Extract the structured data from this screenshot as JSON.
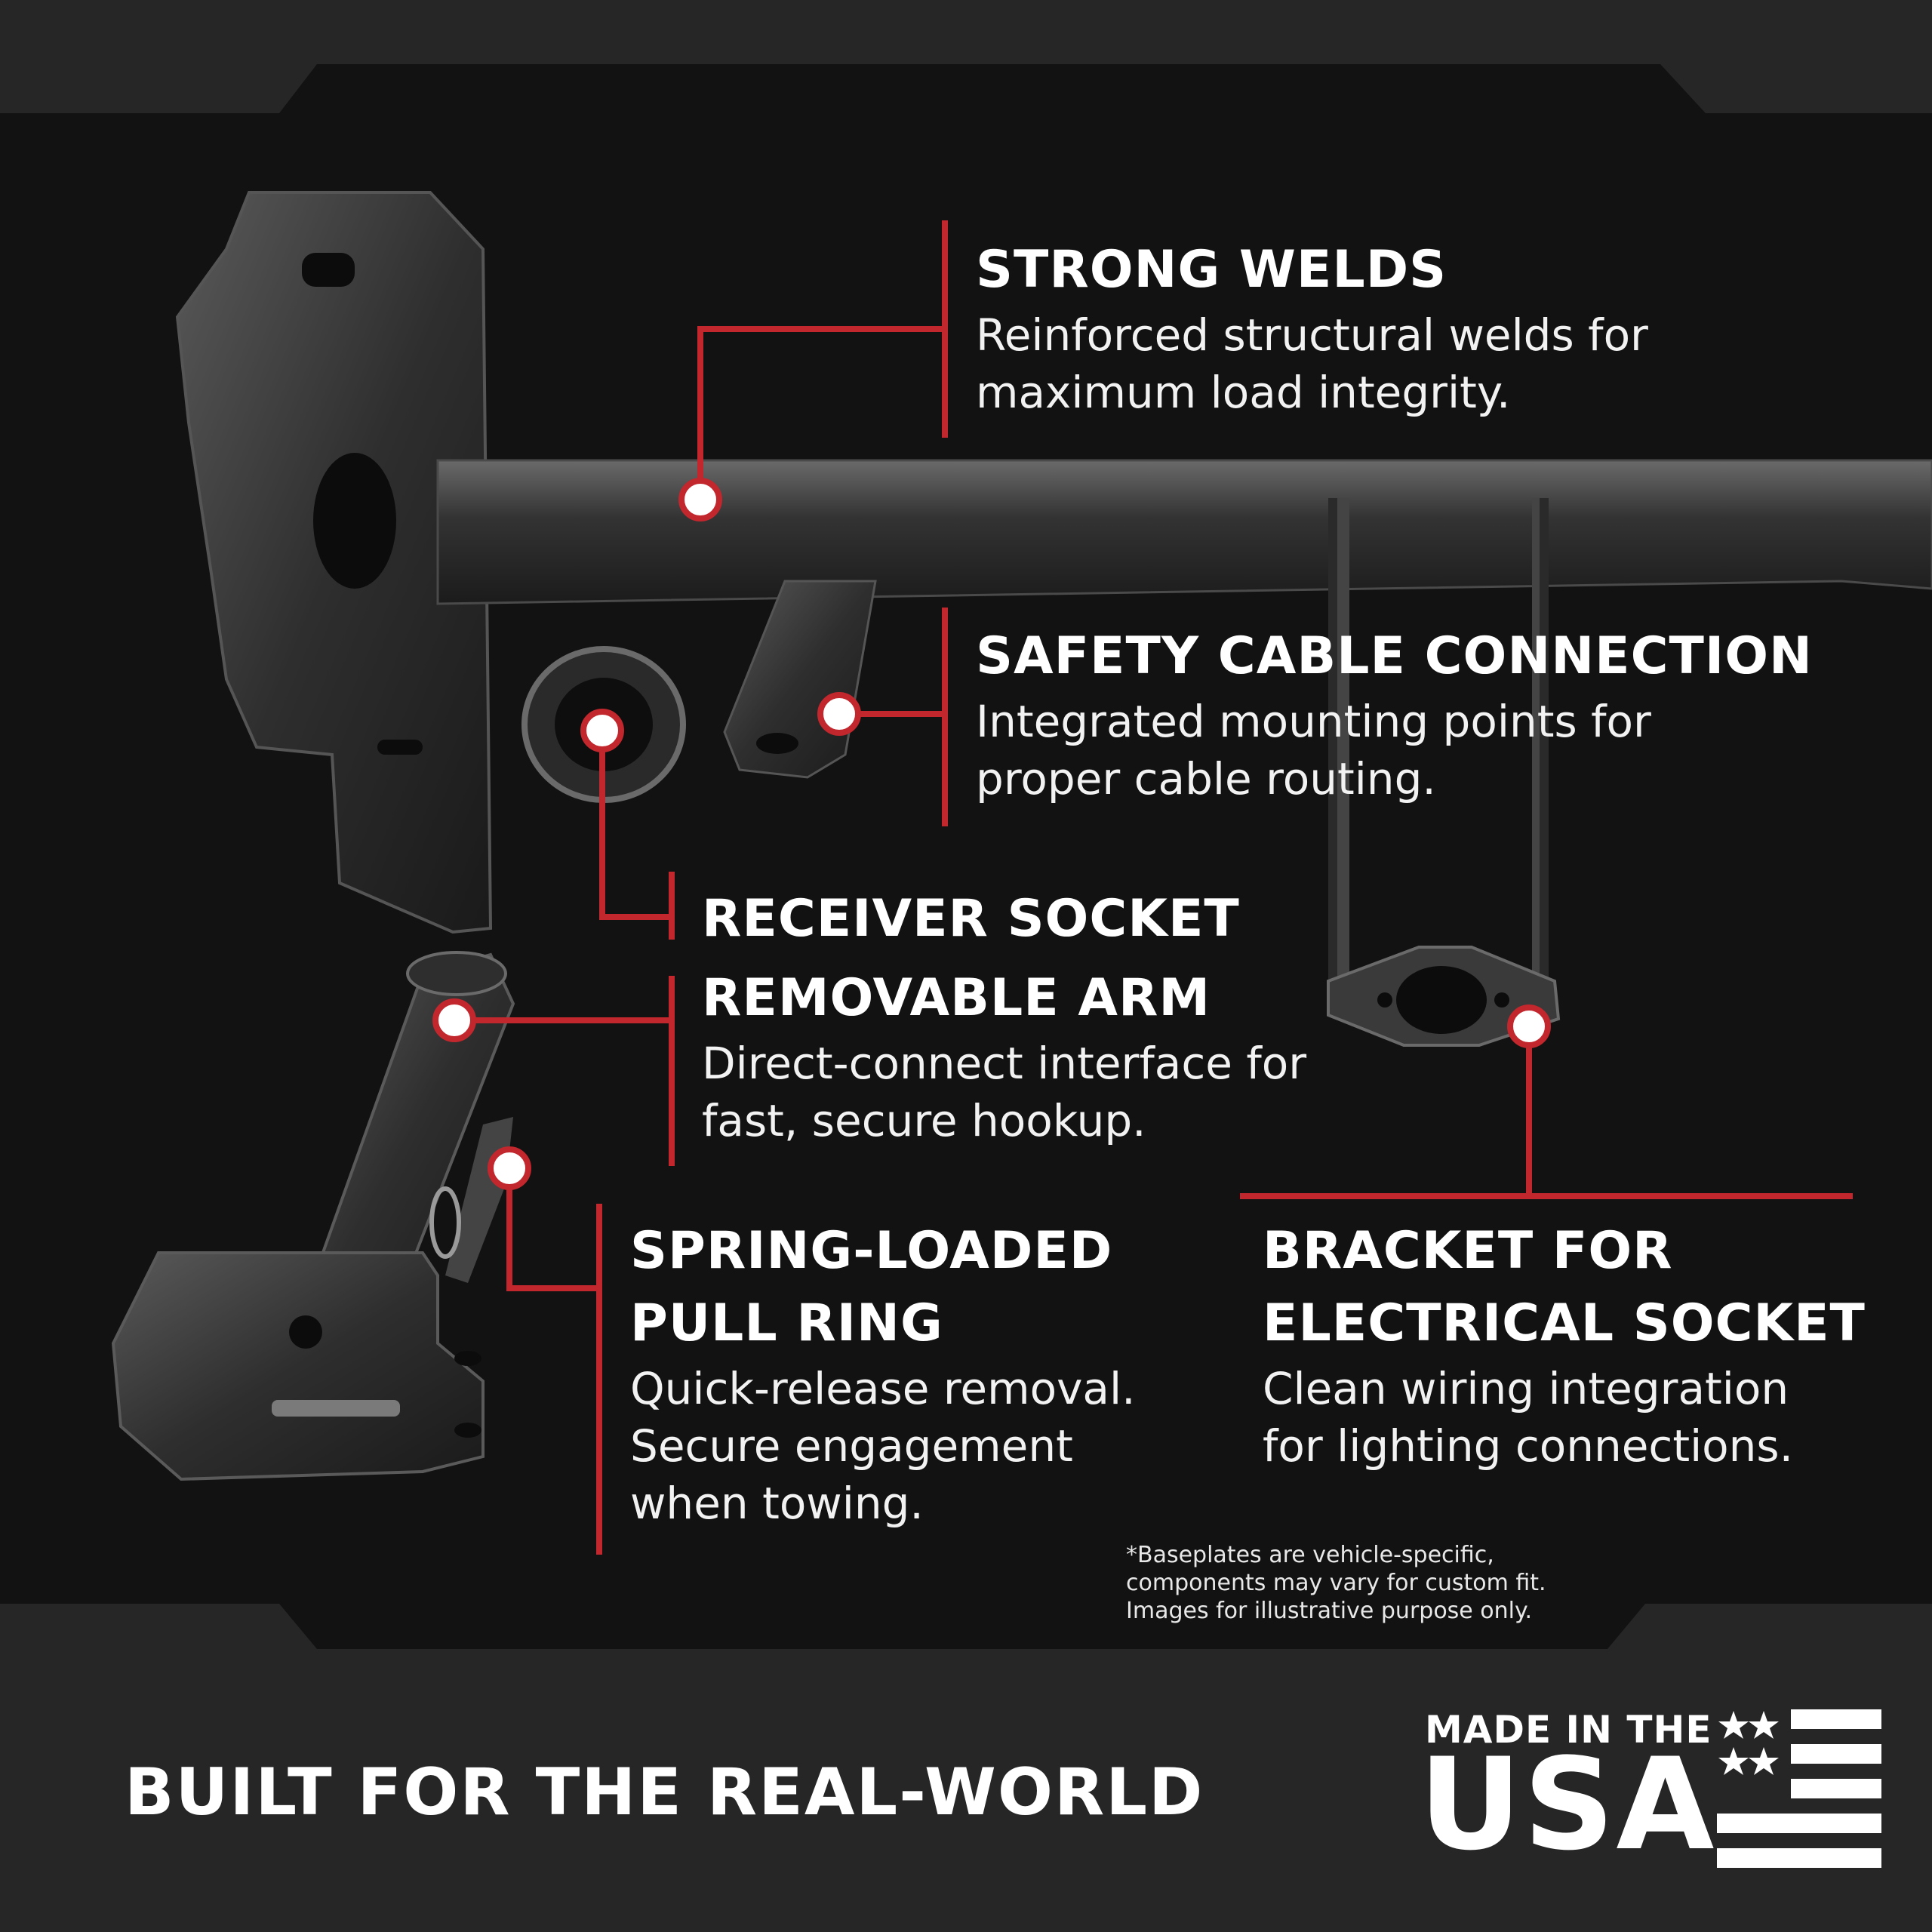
{
  "colors": {
    "accent": "#c1272d",
    "panel": "#141414",
    "texture": "#2b2b2b",
    "text": "#ffffff",
    "metal": "#3a3a3a"
  },
  "callouts": {
    "strong_welds": {
      "title": "STRONG WELDS",
      "desc_lines": [
        "Reinforced structural welds for",
        "maximum load integrity."
      ]
    },
    "safety_cable": {
      "title": "SAFETY CABLE CONNECTION",
      "desc_lines": [
        "Integrated mounting points for",
        "proper cable routing."
      ]
    },
    "receiver_socket": {
      "title": "RECEIVER SOCKET"
    },
    "removable_arm": {
      "title": "REMOVABLE ARM",
      "desc_lines": [
        "Direct-connect interface for",
        "fast, secure hookup."
      ]
    },
    "pull_ring": {
      "title_lines": [
        "SPRING-LOADED",
        "PULL RING"
      ],
      "desc_lines": [
        "Quick-release removal.",
        "Secure engagement",
        "when towing."
      ]
    },
    "bracket": {
      "title_lines": [
        "BRACKET FOR",
        "ELECTRICAL SOCKET"
      ],
      "desc_lines": [
        "Clean wiring integration",
        "for lighting connections."
      ]
    }
  },
  "disclaimer_lines": [
    "*Baseplates are vehicle-specific,",
    "components may vary for custom fit.",
    "Images for illustrative purpose only."
  ],
  "tagline": "BUILT FOR THE REAL-WORLD",
  "badge": {
    "top_text": "MADE IN THE",
    "big_text": "USA"
  }
}
